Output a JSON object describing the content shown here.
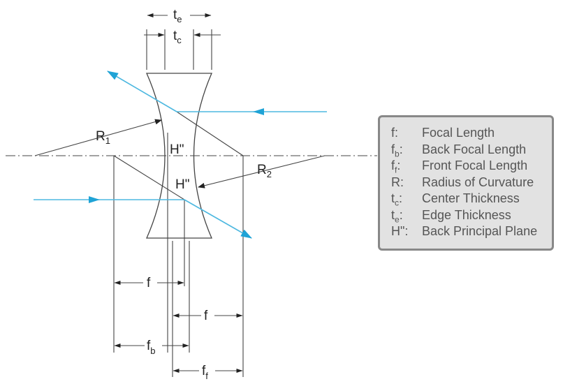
{
  "labels": {
    "te": {
      "main": "t",
      "sub": "e"
    },
    "tc": {
      "main": "t",
      "sub": "c"
    },
    "r1": {
      "main": "R",
      "sub": "1"
    },
    "r2": {
      "main": "R",
      "sub": "2"
    },
    "h_upper": "H\"",
    "h_lower": "H\"",
    "f_upper": "f",
    "f_lower": "f",
    "fb": {
      "main": "f",
      "sub": "b"
    },
    "ff": {
      "main": "f",
      "sub": "f"
    }
  },
  "legend": [
    {
      "symbol": "f",
      "sub": "",
      "suffix": ":",
      "text": "Focal Length"
    },
    {
      "symbol": "f",
      "sub": "b",
      "suffix": ":",
      "text": "Back Focal Length"
    },
    {
      "symbol": "f",
      "sub": "f",
      "suffix": ":",
      "text": "Front Focal Length"
    },
    {
      "symbol": "R",
      "sub": "",
      "suffix": ":",
      "text": "Radius of Curvature"
    },
    {
      "symbol": "t",
      "sub": "c",
      "suffix": ":",
      "text": "Center Thickness"
    },
    {
      "symbol": "t",
      "sub": "e",
      "suffix": ":",
      "text": "Edge Thickness"
    },
    {
      "symbol": "H\"",
      "sub": "",
      "suffix": ":",
      "text": "Back Principal Plane"
    }
  ],
  "colors": {
    "ray": "#4db8e0",
    "lines": "#444444",
    "legend_bg": "#e2e2e2",
    "legend_border": "#888888"
  }
}
